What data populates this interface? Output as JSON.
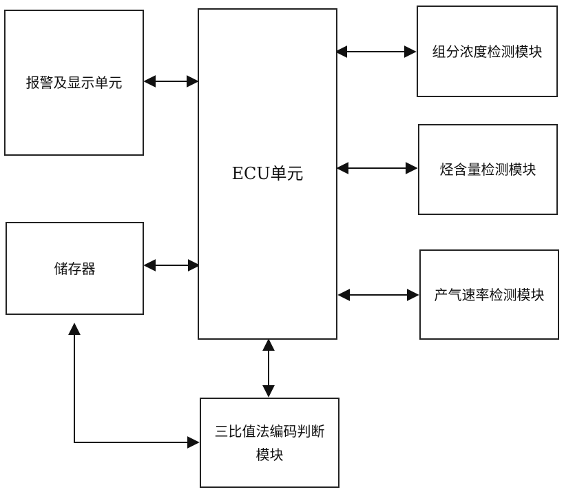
{
  "nodes": {
    "alarm_display": "报警及显示单元",
    "storage": "储存器",
    "ecu": "ECU单元",
    "component_concentration": "组分浓度检测模块",
    "hydrocarbon_content": "烃含量检测模块",
    "gas_production_rate": "产气速率检测模块",
    "three_ratio_judgment_line1": "三比值法编码判断",
    "three_ratio_judgment_line2": "模块"
  }
}
